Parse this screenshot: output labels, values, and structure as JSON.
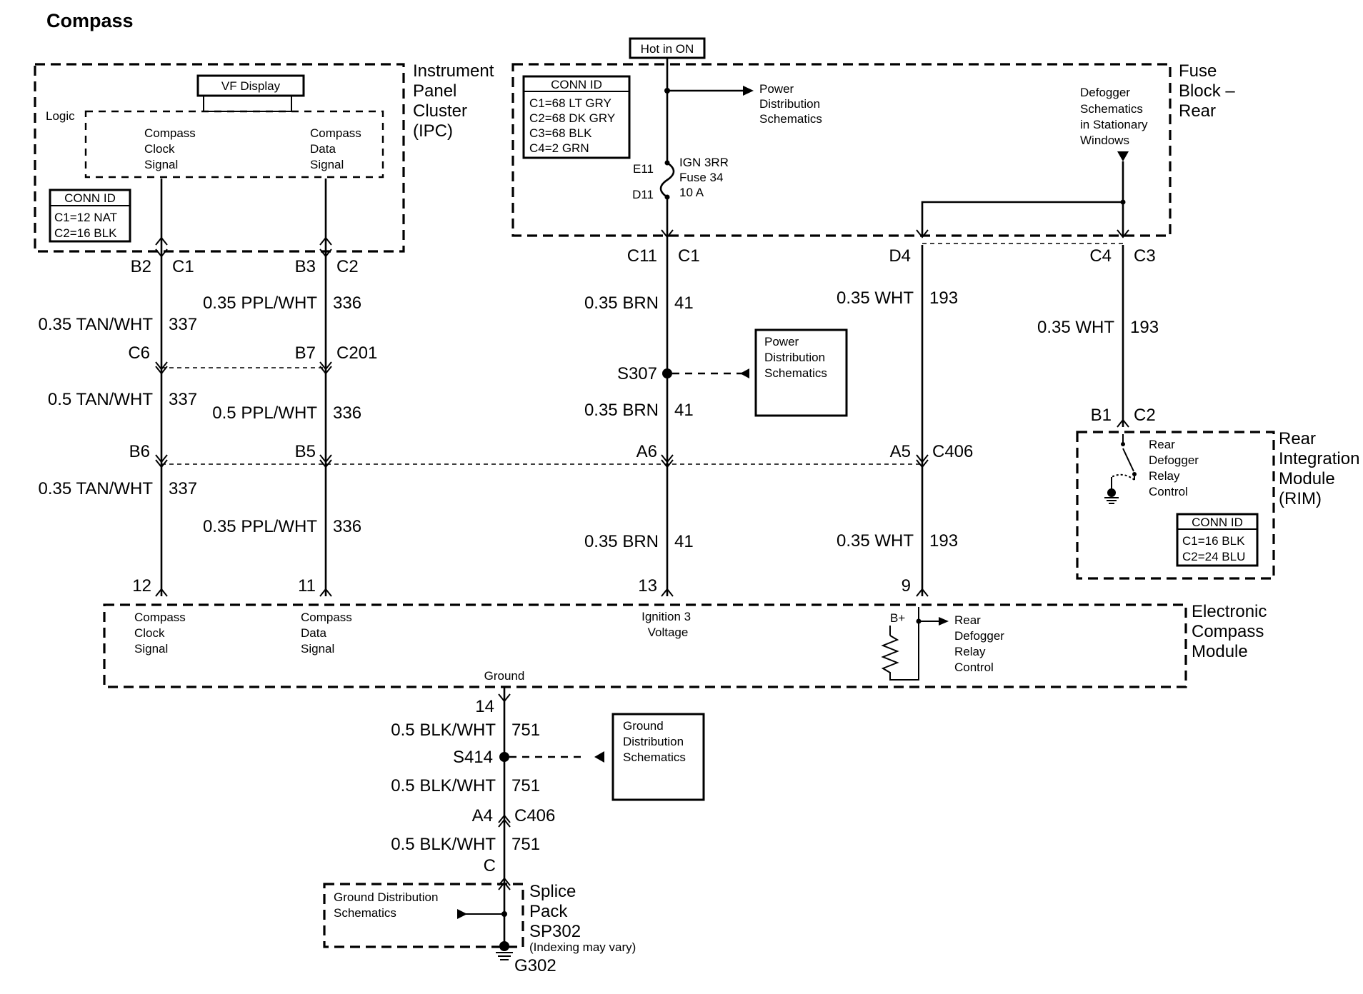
{
  "title": "Compass",
  "hot_label": "Hot in ON",
  "ipc": {
    "name_lines": [
      "Instrument",
      "Panel",
      "Cluster",
      "(IPC)"
    ],
    "vf_display": "VF Display",
    "logic": "Logic",
    "clock_signal": [
      "Compass",
      "Clock",
      "Signal"
    ],
    "data_signal": [
      "Compass",
      "Data",
      "Signal"
    ],
    "conn_id_title": "CONN ID",
    "conn_id_rows": [
      "C1=12 NAT",
      "C2=16 BLK"
    ],
    "pin_b2": "B2",
    "pin_c1": "C1",
    "pin_b3": "B3",
    "pin_c2": "C2"
  },
  "fuse_block": {
    "name_lines": [
      "Fuse",
      "Block –",
      "Rear"
    ],
    "conn_id_title": "CONN ID",
    "conn_id_rows": [
      "C1=68 LT GRY",
      "C2=68 DK GRY",
      "C3=68 BLK",
      "C4=2 GRN"
    ],
    "power_dist": [
      "Power",
      "Distribution",
      "Schematics"
    ],
    "defogger_ref": [
      "Defogger",
      "Schematics",
      "in Stationary",
      "Windows"
    ],
    "fuse_lines": [
      "IGN 3RR",
      "Fuse 34",
      "10 A"
    ],
    "e11": "E11",
    "d11": "D11",
    "pin_c11": "C11",
    "pin_c1": "C1",
    "pin_d4": "D4",
    "pin_c4": "C4",
    "pin_c3": "C3"
  },
  "wires": {
    "w337_a": "0.35 TAN/WHT",
    "c337_a": "337",
    "w336_a": "0.35 PPL/WHT",
    "c336_a": "336",
    "w337_b": "0.5 TAN/WHT",
    "c337_b": "337",
    "w336_b": "0.5 PPL/WHT",
    "c336_b": "336",
    "w337_c": "0.35 TAN/WHT",
    "c337_c": "337",
    "w336_c": "0.35 PPL/WHT",
    "c336_c": "336",
    "w41_a": "0.35 BRN",
    "c41_a": "41",
    "w41_b": "0.35 BRN",
    "c41_b": "41",
    "w41_c": "0.35 BRN",
    "c41_c": "41",
    "w193_a": "0.35 WHT",
    "c193_a": "193",
    "w193_b": "0.35 WHT",
    "c193_b": "193",
    "w193_c": "0.35 WHT",
    "c193_c": "193",
    "w751_a": "0.5 BLK/WHT",
    "c751_a": "751",
    "w751_b": "0.5 BLK/WHT",
    "c751_b": "751",
    "w751_c": "0.5 BLK/WHT",
    "c751_c": "751"
  },
  "connectors": {
    "c6": "C6",
    "b7": "B7",
    "c201": "C201",
    "b6": "B6",
    "b5": "B5",
    "a6": "A6",
    "a5": "A5",
    "c406": "C406",
    "s307": "S307",
    "s414": "S414",
    "a4": "A4",
    "c406_b": "C406",
    "c": "C",
    "b1": "B1",
    "c2": "C2"
  },
  "power_dist_box": [
    "Power",
    "Distribution",
    "Schematics"
  ],
  "ground_dist_box": [
    "Ground",
    "Distribution",
    "Schematics"
  ],
  "rim": {
    "name_lines": [
      "Rear",
      "Integration",
      "Module",
      "(RIM)"
    ],
    "control": [
      "Rear",
      "Defogger",
      "Relay",
      "Control"
    ],
    "conn_id_title": "CONN ID",
    "conn_id_rows": [
      "C1=16 BLK",
      "C2=24 BLU"
    ]
  },
  "ecm": {
    "name_lines": [
      "Electronic",
      "Compass",
      "Module"
    ],
    "pin12": "12",
    "pin11": "11",
    "pin13": "13",
    "pin9": "9",
    "pin14": "14",
    "clock": [
      "Compass",
      "Clock",
      "Signal"
    ],
    "data": [
      "Compass",
      "Data",
      "Signal"
    ],
    "ign": [
      "Ignition 3",
      "Voltage"
    ],
    "bplus": "B+",
    "defog": [
      "Rear",
      "Defogger",
      "Relay",
      "Control"
    ],
    "ground": "Ground"
  },
  "splice": {
    "name_lines": [
      "Splice",
      "Pack",
      "SP302"
    ],
    "note": "(Indexing may vary)",
    "gnd_ref": [
      "Ground Distribution",
      "Schematics"
    ],
    "g302": "G302"
  }
}
